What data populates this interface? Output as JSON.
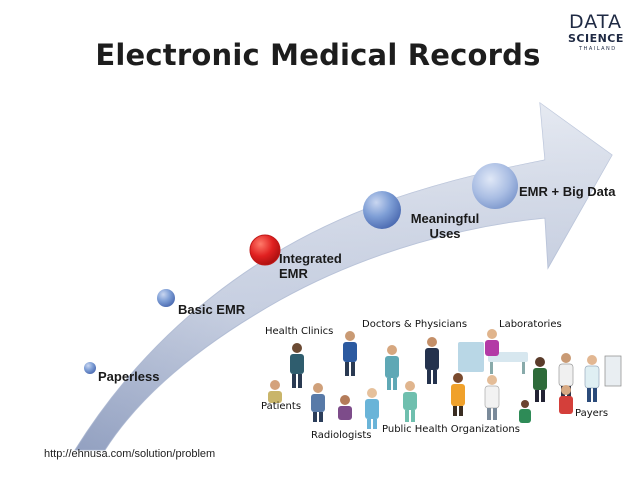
{
  "title": "Electronic Medical Records",
  "logo": {
    "line1": "DATA",
    "line2": "SCIENCE",
    "line3": "THAILAND"
  },
  "stages": [
    {
      "label": "Paperless"
    },
    {
      "label": "Basic EMR"
    },
    {
      "label": "Integrated EMR",
      "highlight_color": "#e02020"
    },
    {
      "label": "Meaningful Uses"
    },
    {
      "label": "EMR + Big Data"
    }
  ],
  "stakeholders": {
    "health_clinics": "Health Clinics",
    "doctors_physicians": "Doctors & Physicians",
    "laboratories": "Laboratories",
    "patients": "Patients",
    "radiologists": "Radiologists",
    "public_health": "Public Health Organizations",
    "payers": "Payers"
  },
  "source": "http://ehnusa.com/solution/problem",
  "colors": {
    "arrow_light": "#e8ecf4",
    "arrow_dark": "#aeb9d3",
    "circle_blue": "#5b7fc4",
    "highlight": "#e02020"
  }
}
